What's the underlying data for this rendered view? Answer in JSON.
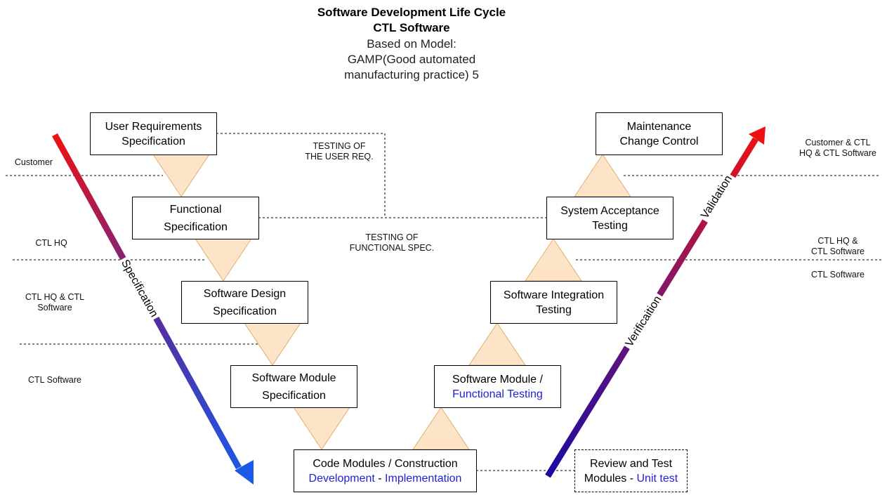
{
  "header": {
    "title": "Software Development Life Cycle",
    "subtitle": "CTL Software",
    "model_line1": "Based on Model:",
    "model_line2": "GAMP(Good automated",
    "model_line3": "manufacturing practice) 5"
  },
  "boxes": {
    "urs": {
      "line1": "User Requirements",
      "line2": "Specification"
    },
    "fs": {
      "line1": "Functional",
      "line2": "Specification"
    },
    "sds": {
      "line1": "Software Design",
      "line2": "Specification"
    },
    "sms": {
      "line1": "Software Module",
      "line2": "Specification"
    },
    "code": {
      "line1": "Code Modules / Construction",
      "part1": "Development",
      "sep": " - ",
      "part2": "Implementation"
    },
    "review": {
      "line1": "Review and Test",
      "part1": "Modules - ",
      "part2": "Unit test"
    },
    "smft": {
      "line1": "Software Module /",
      "line2": "Functional Testing"
    },
    "sit": {
      "line1": "Software Integration",
      "line2": "Testing"
    },
    "sat": {
      "line1": "System Acceptance",
      "line2": "Testing"
    },
    "mcc": {
      "line1": "Maintenance",
      "line2": "Change Control"
    }
  },
  "testing_labels": {
    "user_req_1": "TESTING OF",
    "user_req_2": "THE USER REQ.",
    "func_spec_1": "TESTING OF",
    "func_spec_2": "FUNCTIONAL SPEC."
  },
  "left_roles": {
    "customer": "Customer",
    "ctl_hq": "CTL HQ",
    "ctl_hq_ctl_1": "CTL HQ & CTL",
    "ctl_hq_ctl_2": "Software",
    "ctl_software": "CTL Software"
  },
  "right_roles": {
    "customer_ctl_1": "Customer & CTL",
    "customer_ctl_2": "HQ & CTL Software",
    "ctl_hq_1": "CTL HQ &",
    "ctl_hq_2": "CTL Software",
    "ctl_software": "CTL Software"
  },
  "arrows": {
    "specification": "Specification",
    "verification": "Verificaition",
    "validation": "Validation"
  },
  "colors": {
    "triangle_fill": "#fde4c8",
    "triangle_stroke": "#e0b070",
    "arrow_red": "#ee1111",
    "arrow_purple": "#5a2a9a",
    "arrow_blue": "#1a5ae8",
    "arrow_navy": "#1a0aa0",
    "link_blue": "#1f1fd6"
  }
}
